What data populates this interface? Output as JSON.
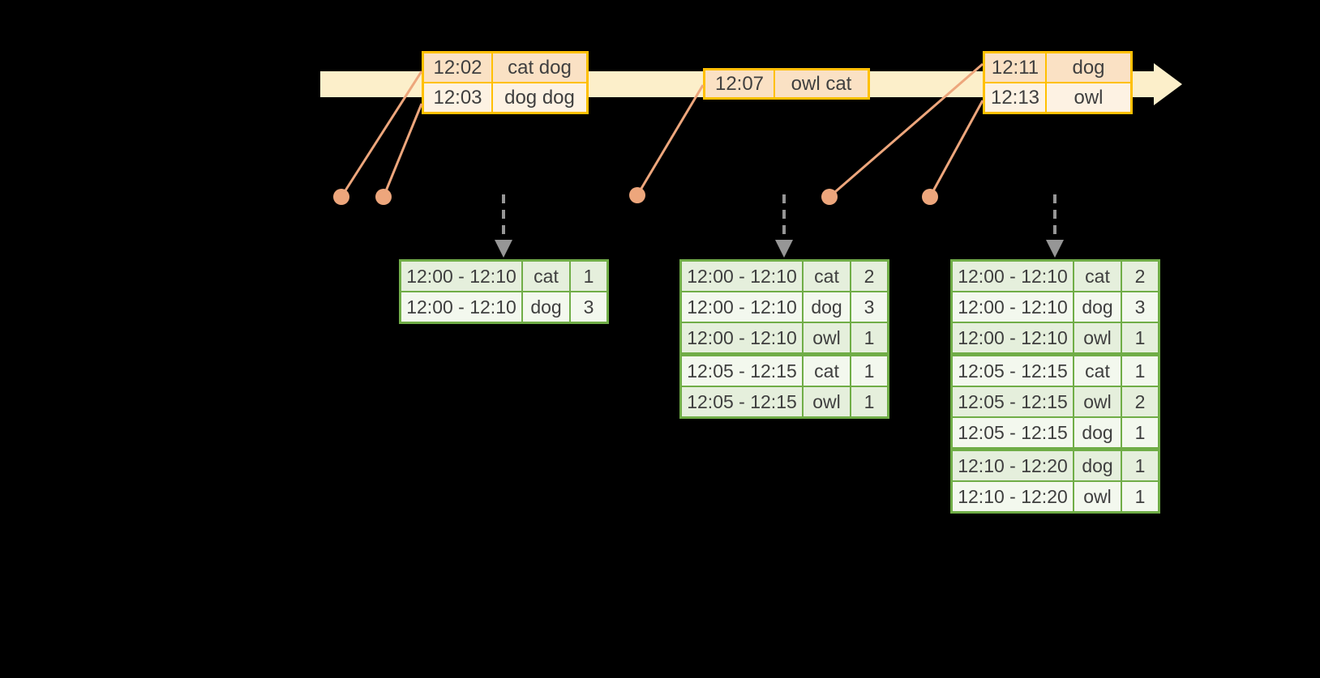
{
  "diagram_title": "windowed-grouped-aggregation-stream",
  "colors": {
    "background": "#000000",
    "timeline_fill": "#FCEFCA",
    "event_table_border": "#FFC000",
    "event_row_dark": "#FAE1C4",
    "event_row_light": "#FDF2E3",
    "connector_and_dots": "#EDA67C",
    "result_table_border": "#70AD47",
    "result_row_dark": "#E5EFDC",
    "result_row_light": "#F3F8EE",
    "trigger_arrow_gray": "#969696",
    "cell_text": "#3F3F3F"
  },
  "timeline": {
    "event_tables": [
      {
        "rows": [
          {
            "time": "12:02",
            "words": "cat dog"
          },
          {
            "time": "12:03",
            "words": "dog dog"
          }
        ]
      },
      {
        "rows": [
          {
            "time": "12:07",
            "words": "owl cat"
          }
        ]
      },
      {
        "rows": [
          {
            "time": "12:11",
            "words": "dog"
          },
          {
            "time": "12:13",
            "words": "owl"
          }
        ]
      }
    ]
  },
  "result_tables": [
    {
      "rows": [
        {
          "window": "12:00 - 12:10",
          "word": "cat",
          "count": "1"
        },
        {
          "window": "12:00 - 12:10",
          "word": "dog",
          "count": "3"
        }
      ]
    },
    {
      "rows": [
        {
          "window": "12:00 - 12:10",
          "word": "cat",
          "count": "2"
        },
        {
          "window": "12:00 - 12:10",
          "word": "dog",
          "count": "3"
        },
        {
          "window": "12:00 - 12:10",
          "word": "owl",
          "count": "1"
        },
        {
          "window": "12:05 - 12:15",
          "word": "cat",
          "count": "1"
        },
        {
          "window": "12:05 - 12:15",
          "word": "owl",
          "count": "1"
        }
      ]
    },
    {
      "rows": [
        {
          "window": "12:00 - 12:10",
          "word": "cat",
          "count": "2"
        },
        {
          "window": "12:00 - 12:10",
          "word": "dog",
          "count": "3"
        },
        {
          "window": "12:00 - 12:10",
          "word": "owl",
          "count": "1"
        },
        {
          "window": "12:05 - 12:15",
          "word": "cat",
          "count": "1"
        },
        {
          "window": "12:05 - 12:15",
          "word": "owl",
          "count": "2"
        },
        {
          "window": "12:05 - 12:15",
          "word": "dog",
          "count": "1"
        },
        {
          "window": "12:10 - 12:20",
          "word": "dog",
          "count": "1"
        },
        {
          "window": "12:10 - 12:20",
          "word": "owl",
          "count": "1"
        }
      ]
    }
  ]
}
